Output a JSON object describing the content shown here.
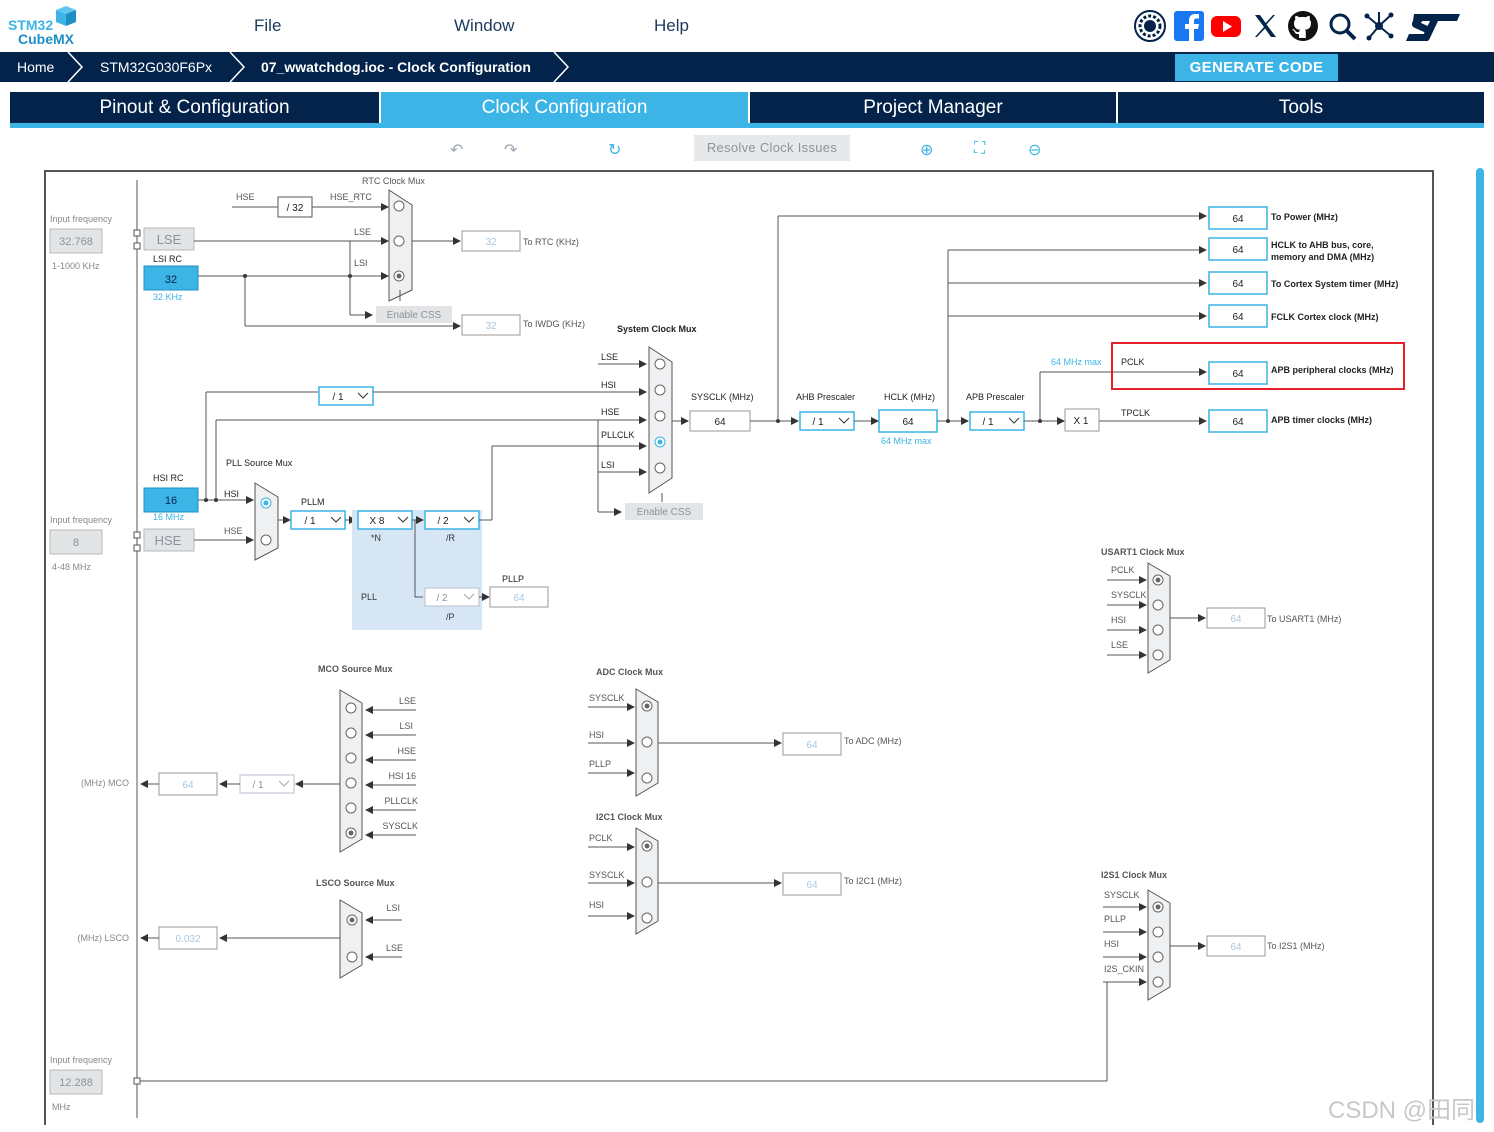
{
  "app": {
    "logo_top": "STM32",
    "logo_bottom": "CubeMX",
    "menu": [
      "File",
      "Window",
      "Help"
    ],
    "generate_button": "GENERATE CODE"
  },
  "breadcrumb": [
    "Home",
    "STM32G030F6Px",
    "07_wwatchdog.ioc - Clock Configuration"
  ],
  "tabs": [
    "Pinout & Configuration",
    "Clock Configuration",
    "Project Manager",
    "Tools"
  ],
  "toolbar": {
    "resolve": "Resolve Clock Issues"
  },
  "social_icons": [
    "anniversary-10-icon",
    "facebook-icon",
    "youtube-icon",
    "x-icon",
    "github-icon",
    "search-icon",
    "network-icon",
    "st-logo"
  ],
  "colors": {
    "navy": "#03234b",
    "accent": "#3cb4e6",
    "highlight": "#e6202b"
  },
  "diagram": {
    "inputs": {
      "lse": {
        "caption": "Input frequency",
        "value": "32.768",
        "range": "1-1000 KHz",
        "label": "LSE"
      },
      "hse": {
        "caption": "Input frequency",
        "value": "8",
        "range": "4-48 MHz",
        "label": "HSE"
      },
      "i2s": {
        "caption": "Input frequency",
        "value": "12.288",
        "range": "MHz"
      }
    },
    "lsirc": {
      "title": "LSI RC",
      "value": "32",
      "unit": "32 KHz"
    },
    "hsirc": {
      "title": "HSI RC",
      "value": "16",
      "unit": "16 MHz"
    },
    "rtc_mux": {
      "title": "RTC Clock Mux",
      "div": "/ 32",
      "hse_label": "HSE",
      "hse_rtc": "HSE_RTC",
      "lse": "LSE",
      "lsi": "LSI",
      "enable_css": "Enable CSS",
      "rtc_value": "32",
      "rtc_label": "To RTC (KHz)",
      "iwdg_value": "32",
      "iwdg_label": "To IWDG (KHz)"
    },
    "sys_mux": {
      "title": "System Clock Mux",
      "inputs": [
        "LSE",
        "HSI",
        "HSE",
        "PLLCLK",
        "LSI"
      ],
      "hsi_div": "/ 1",
      "enable_css": "Enable CSS"
    },
    "pll": {
      "source_title": "PLL Source Mux",
      "hsi": "HSI",
      "hse": "HSE",
      "pllm_label": "PLLM",
      "pllm": "/ 1",
      "n": "X 8",
      "n_label": "*N",
      "r": "/ 2",
      "r_label": "/R",
      "p": "/ 2",
      "p_label": "/P",
      "pll_label": "PLL",
      "pllp_label": "PLLP",
      "pllp_value": "64"
    },
    "sysclk": {
      "label": "SYSCLK (MHz)",
      "value": "64"
    },
    "ahb": {
      "label": "AHB Prescaler",
      "value": "/ 1"
    },
    "hclk": {
      "label": "HCLK (MHz)",
      "value": "64",
      "max": "64 MHz max"
    },
    "apb": {
      "label": "APB Prescaler",
      "value": "/ 1",
      "max": "64 MHz max",
      "pclk": "PCLK",
      "x1": "X 1",
      "tpclk": "TPCLK"
    },
    "outputs": [
      {
        "value": "64",
        "label": "To Power (MHz)"
      },
      {
        "value": "64",
        "label": "HCLK to AHB bus, core,",
        "label2": "memory and DMA (MHz)"
      },
      {
        "value": "64",
        "label": "To Cortex System timer (MHz)"
      },
      {
        "value": "64",
        "label": "FCLK Cortex clock (MHz)"
      },
      {
        "value": "64",
        "label": "APB peripheral clocks (MHz)"
      },
      {
        "value": "64",
        "label": "APB timer clocks (MHz)"
      }
    ],
    "usart1": {
      "title": "USART1 Clock Mux",
      "inputs": [
        "PCLK",
        "SYSCLK",
        "HSI",
        "LSE"
      ],
      "value": "64",
      "label": "To USART1 (MHz)"
    },
    "mco": {
      "title": "MCO Source Mux",
      "inputs": [
        "LSE",
        "LSI",
        "HSE",
        "HSI 16",
        "PLLCLK",
        "SYSCLK"
      ],
      "div": "/ 1",
      "value": "64",
      "label": "(MHz) MCO"
    },
    "lsco": {
      "title": "LSCO Source Mux",
      "inputs": [
        "LSI",
        "LSE"
      ],
      "value": "0.032",
      "label": "(MHz) LSCO"
    },
    "adc": {
      "title": "ADC Clock Mux",
      "inputs": [
        "SYSCLK",
        "HSI",
        "PLLP"
      ],
      "value": "64",
      "label": "To ADC (MHz)"
    },
    "i2c1": {
      "title": "I2C1 Clock Mux",
      "inputs": [
        "PCLK",
        "SYSCLK",
        "HSI"
      ],
      "value": "64",
      "label": "To I2C1 (MHz)"
    },
    "i2s1": {
      "title": "I2S1 Clock Mux",
      "inputs": [
        "SYSCLK",
        "PLLP",
        "HSI",
        "I2S_CKIN"
      ],
      "value": "64",
      "label": "To I2S1 (MHz)"
    }
  },
  "watermark": "CSDN @田同"
}
